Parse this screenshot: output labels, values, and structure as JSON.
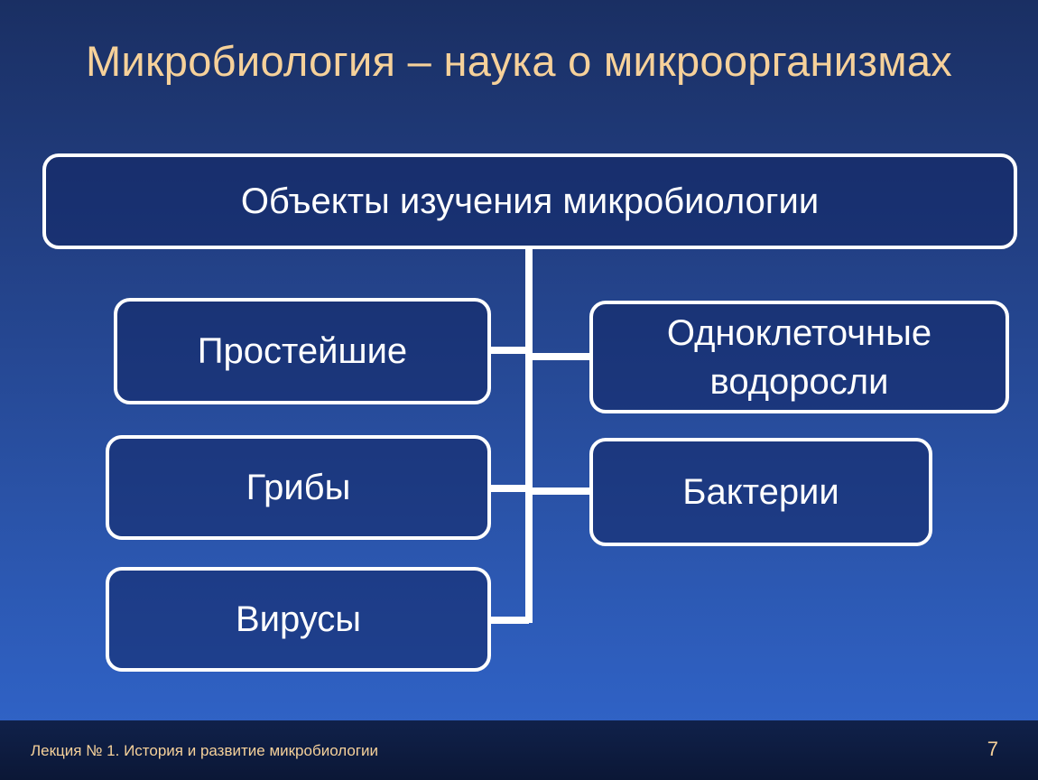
{
  "title": "Микробиология – наука о микроорганизмах",
  "diagram": {
    "root": "Объекты изучения микробиологии",
    "left": [
      "Простейшие",
      "Грибы",
      "Вирусы"
    ],
    "right": [
      "Одноклеточные водоросли",
      "Бактерии"
    ]
  },
  "footer": {
    "lecture": "Лекция № 1. История и развитие микробиологии",
    "page": "7"
  },
  "colors": {
    "title": "#f6d19a",
    "box_border": "#ffffff",
    "background_top": "#1a2f63",
    "background_bottom": "#3166cd"
  }
}
